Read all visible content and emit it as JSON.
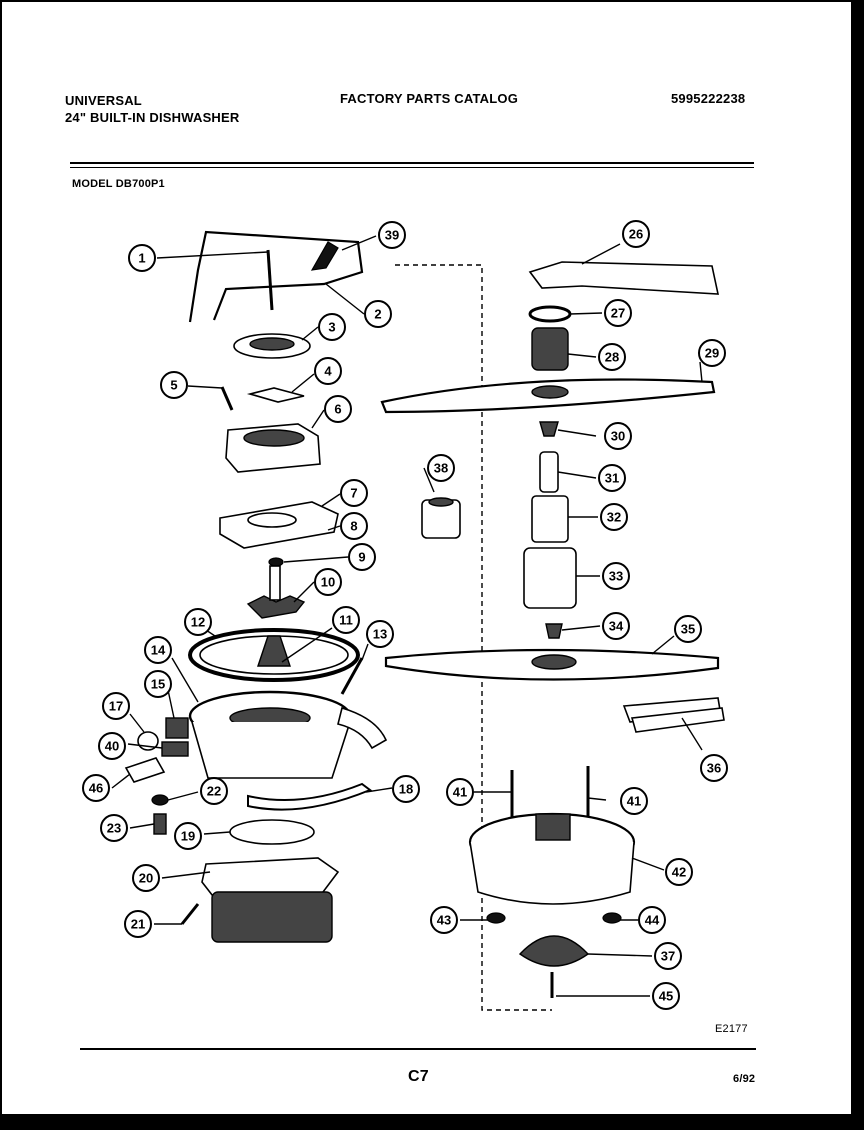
{
  "header": {
    "brand": "UNIVERSAL",
    "product": "24\" BUILT-IN DISHWASHER",
    "title": "FACTORY PARTS CATALOG",
    "catalog_number": "5995222238",
    "model": "MODEL DB700P1"
  },
  "callouts": [
    "1",
    "2",
    "3",
    "4",
    "5",
    "6",
    "7",
    "8",
    "9",
    "10",
    "11",
    "12",
    "13",
    "14",
    "15",
    "17",
    "18",
    "19",
    "20",
    "21",
    "22",
    "23",
    "26",
    "27",
    "28",
    "29",
    "30",
    "31",
    "32",
    "33",
    "34",
    "35",
    "36",
    "37",
    "38",
    "39",
    "40",
    "41",
    "41",
    "42",
    "43",
    "44",
    "45",
    "46"
  ],
  "footer": {
    "figure_code": "E2177",
    "page": "C7",
    "date": "6/92"
  }
}
